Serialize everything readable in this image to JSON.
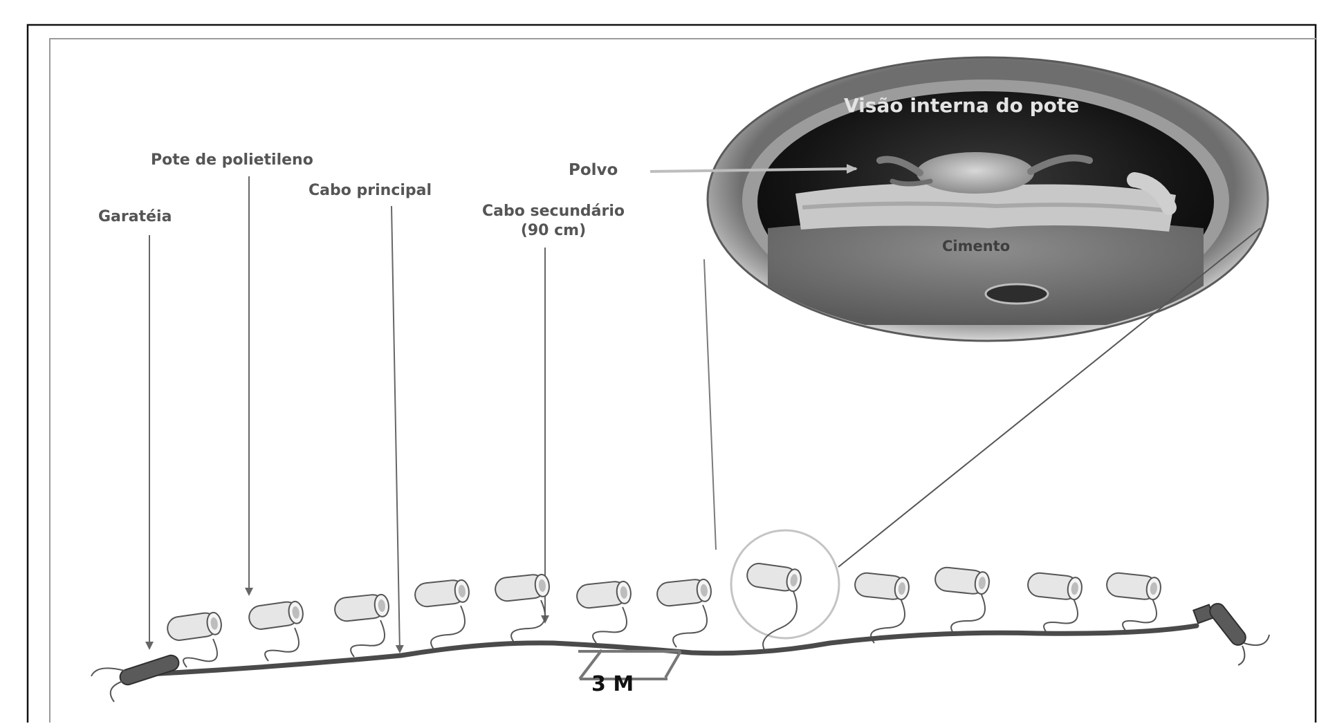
{
  "labels": {
    "garateia": "Garatéia",
    "pote": "Pote de polietileno",
    "cabo_principal": "Cabo principal",
    "cabo_secundario_1": "Cabo secundário",
    "cabo_secundario_2": "(90 cm)",
    "polvo": "Polvo",
    "visao_interna": "Visão interna do pote",
    "cimento": "Cimento",
    "escala": "3 M"
  },
  "colors": {
    "frame": "#111111",
    "inner_frame": "#9a9a9a",
    "rope": "#4a4a4a",
    "pot_fill": "#e6e6e6",
    "pot_stroke": "#555555",
    "label": "#555555",
    "arrow": "#777777",
    "photo_dark": "#1e1e1e",
    "photo_rim": "#8a8a8a"
  },
  "pot_count": 12
}
